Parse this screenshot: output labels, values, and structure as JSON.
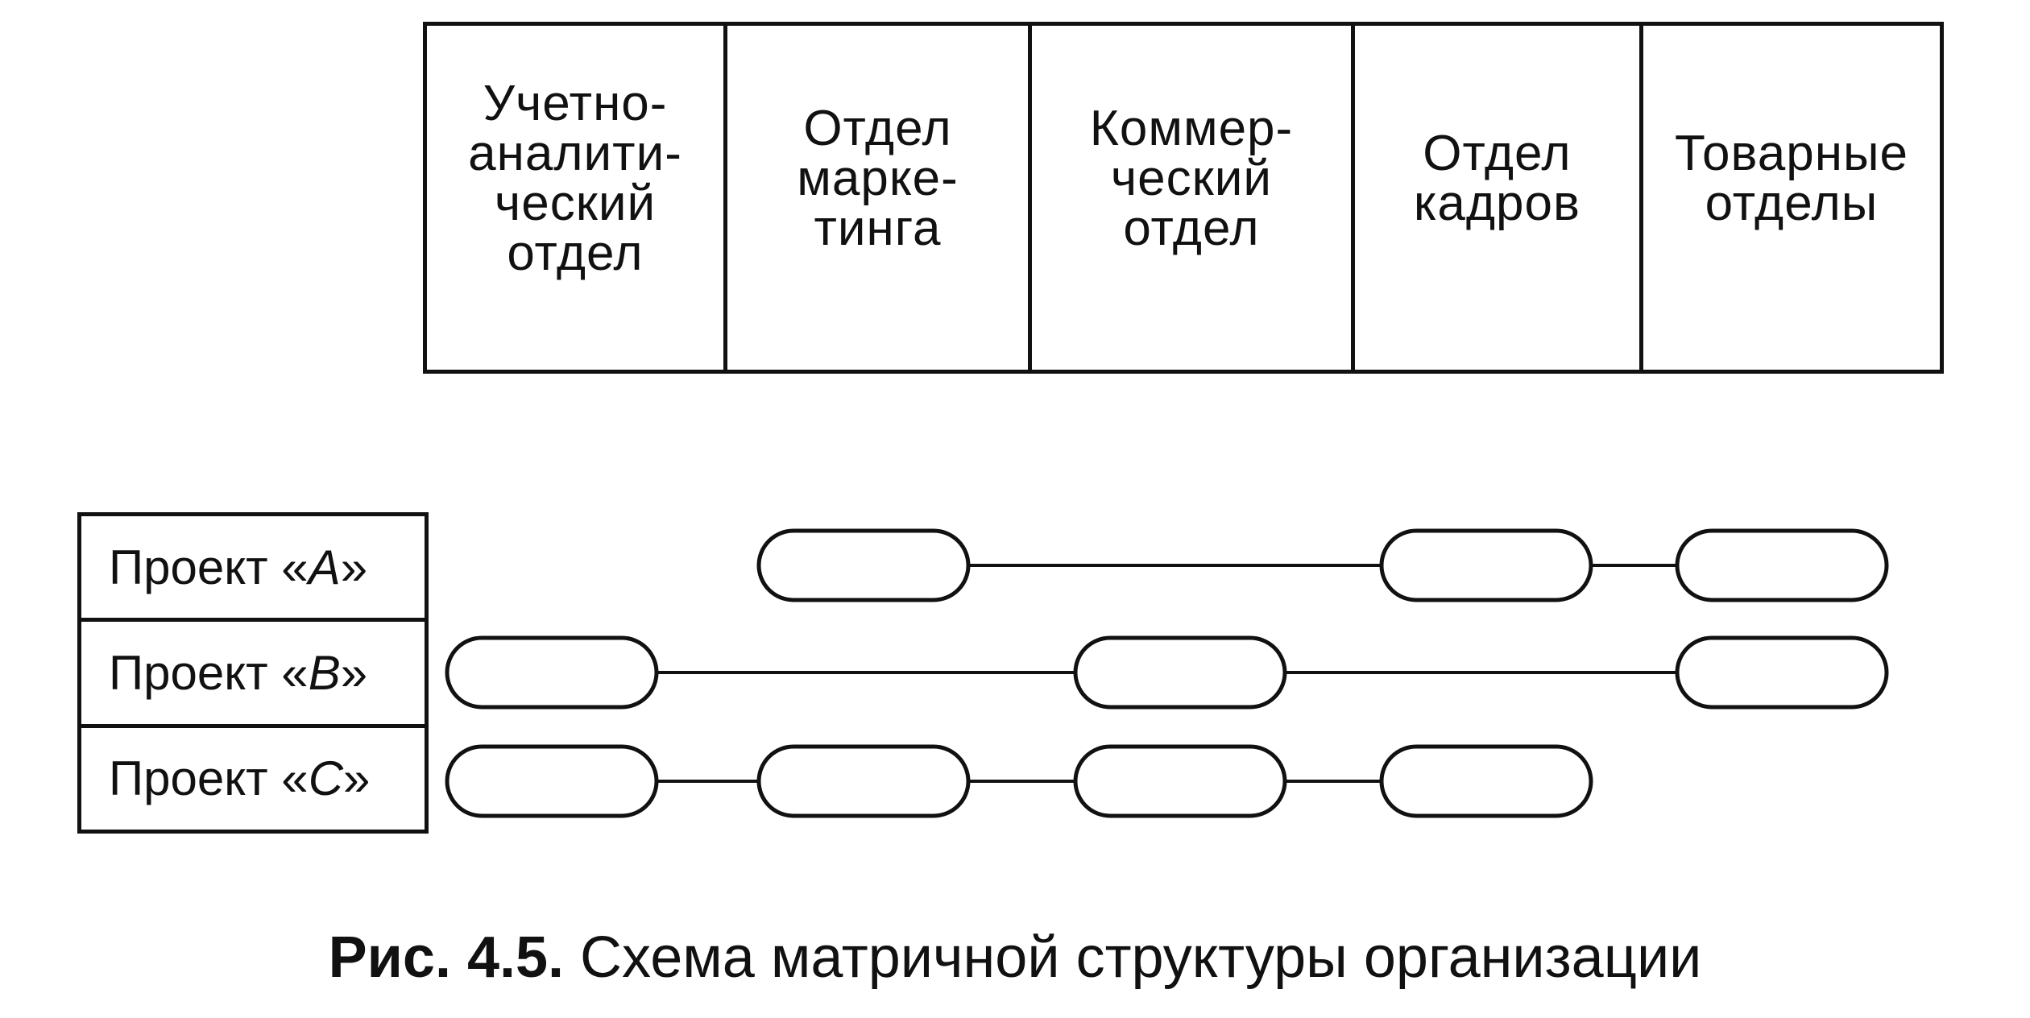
{
  "departments": [
    {
      "label": "Учетно-\nаналити-\nческий\nотдел"
    },
    {
      "label": "Отдел\nмарке-\nтинга"
    },
    {
      "label": "Коммер-\nческий\nотдел"
    },
    {
      "label": "Отдел\nкадров"
    },
    {
      "label": "Товарные\nотделы"
    }
  ],
  "projects": [
    {
      "prefix": "Проект «",
      "letter": "A",
      "suffix": "»",
      "participates": [
        false,
        true,
        false,
        true,
        true
      ]
    },
    {
      "prefix": "Проект «",
      "letter": "B",
      "suffix": "»",
      "participates": [
        true,
        false,
        true,
        false,
        true
      ]
    },
    {
      "prefix": "Проект «",
      "letter": "C",
      "suffix": "»",
      "participates": [
        true,
        true,
        true,
        true,
        false
      ]
    }
  ],
  "caption": {
    "label": "Рис. 4.5.",
    "text": " Схема матричной структуры организации"
  }
}
